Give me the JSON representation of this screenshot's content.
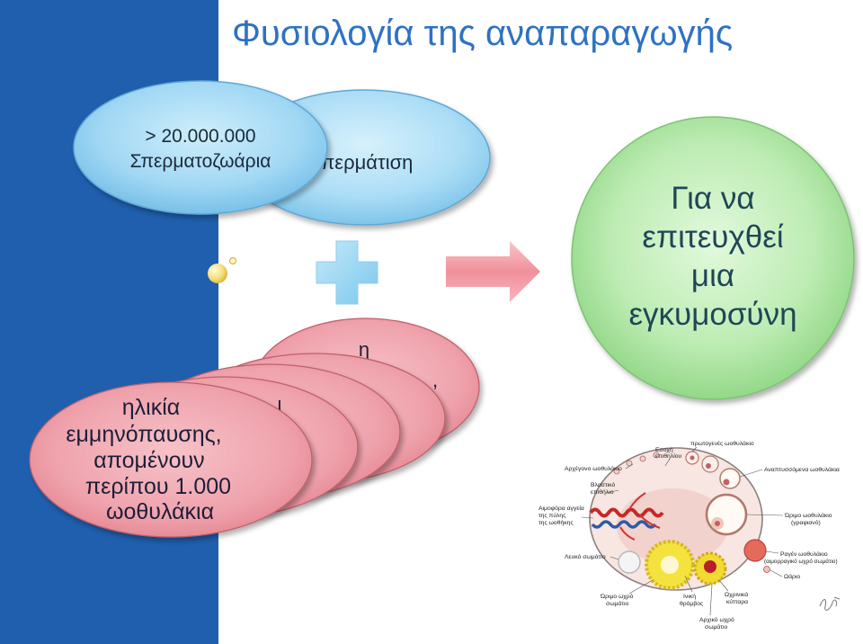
{
  "colors": {
    "stripe": "#1f5fae",
    "title": "#2e72c2",
    "pink_stroke": "#c0606c",
    "blue_stroke": "#5fa8d6",
    "green_stroke": "#7cc273"
  },
  "slide": {
    "title": "Φυσιολογία της αναπαραγωγής"
  },
  "sperm_group": {
    "back_ellipse": {
      "text": "Σπερμάτιση"
    },
    "front_ellipse": {
      "lines": [
        "> 20.000.000",
        "Σπερματοζωάρια"
      ]
    }
  },
  "operators": {
    "plus": "plus-icon",
    "arrow": "right-arrow-icon"
  },
  "result_circle": {
    "lines": [
      "Για να",
      "επιτευχθεί",
      "μια",
      "εγκυμοσύνη"
    ]
  },
  "oocyte_group": {
    "back_fragments": [
      "η",
      ",",
      "ι"
    ],
    "front_ellipse": {
      "lines": [
        "ηλικία",
        "εμμηνόπαυσης,",
        "απομένουν",
        "περίπου 1.000",
        "ωοθυλάκια"
      ]
    }
  },
  "ovary_figure": {
    "labels": [
      "πρωτογενές ωοθυλάκιο",
      "Εσοχή",
      "επιθηλίου",
      "Αρχέγονο ωοθυλάκιο",
      "Βλαστικό",
      "επιθήλιο",
      "Αναπτυσσόμενα ωοθυλάκια",
      "Αιμοφόρα αγγεία",
      "της πύλης",
      "της ωοθήκης",
      "Ώριμο ωοθυλάκιο",
      "(γραφιανό)",
      "Λευκό σωμάτιο",
      "Ραγέν ωοθυλάκιο",
      "(αιμορραγικό ωχρό σωμάτιο)",
      "Ωάριο",
      "Ώριμο ωχρό",
      "σωμάτιο",
      "Ινική",
      "θρόμβος",
      "Ωχρινικά",
      "κύτταρα",
      "Αρχικό ωχρό",
      "σωμάτιο"
    ]
  }
}
